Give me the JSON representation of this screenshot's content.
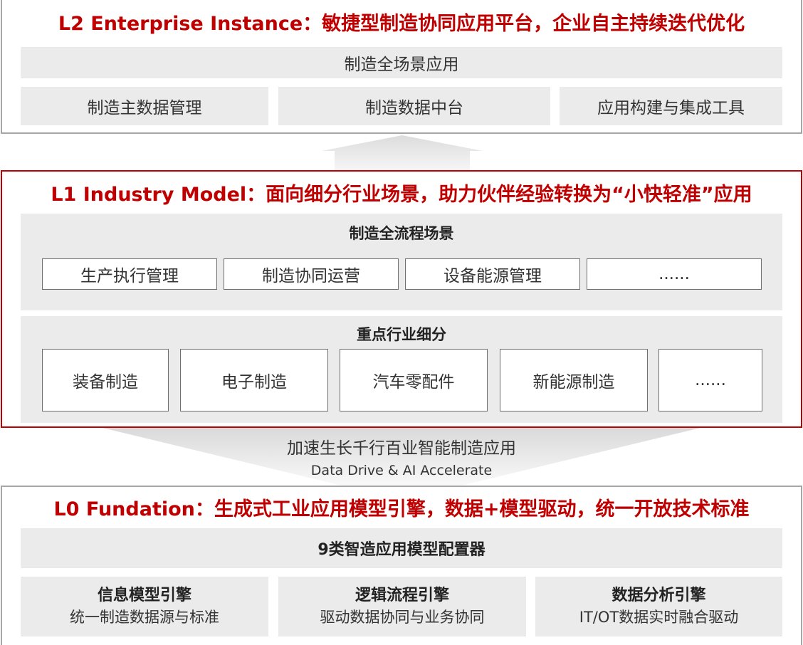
{
  "l2": {
    "title": "L2 Enterprise Instance：敏捷型制造协同应用平台，企业自主持续迭代优化",
    "top_bar": "制造全场景应用",
    "modules": [
      "制造主数据管理",
      "制造数据中台",
      "应用构建与集成工具"
    ]
  },
  "l1": {
    "title": "L1 Industry Model：面向细分行业场景，助力伙伴经验转换为“小快轻准”应用",
    "scenarios": {
      "heading": "制造全流程场景",
      "items": [
        "生产执行管理",
        "制造协同运营",
        "设备能源管理",
        "......"
      ]
    },
    "industries": {
      "heading": "重点行业细分",
      "items": [
        "装备制造",
        "电子制造",
        "汽车零配件",
        "新能源制造",
        "......"
      ]
    }
  },
  "middle": {
    "line1": "加速生长千行百业智能制造应用",
    "line2": "Data Drive & AI Accelerate"
  },
  "l0": {
    "title": "L0 Fundation：生成式工业应用模型引擎，数据+模型驱动，统一开放技术标准",
    "configurator": "9类智造应用模型配置器",
    "engines": [
      {
        "name": "信息模型引擎",
        "desc": "统一制造数据源与标准"
      },
      {
        "name": "逻辑流程引擎",
        "desc": "驱动数据协同与业务协同"
      },
      {
        "name": "数据分析引擎",
        "desc": "IT/OT数据实时融合驱动"
      }
    ]
  }
}
